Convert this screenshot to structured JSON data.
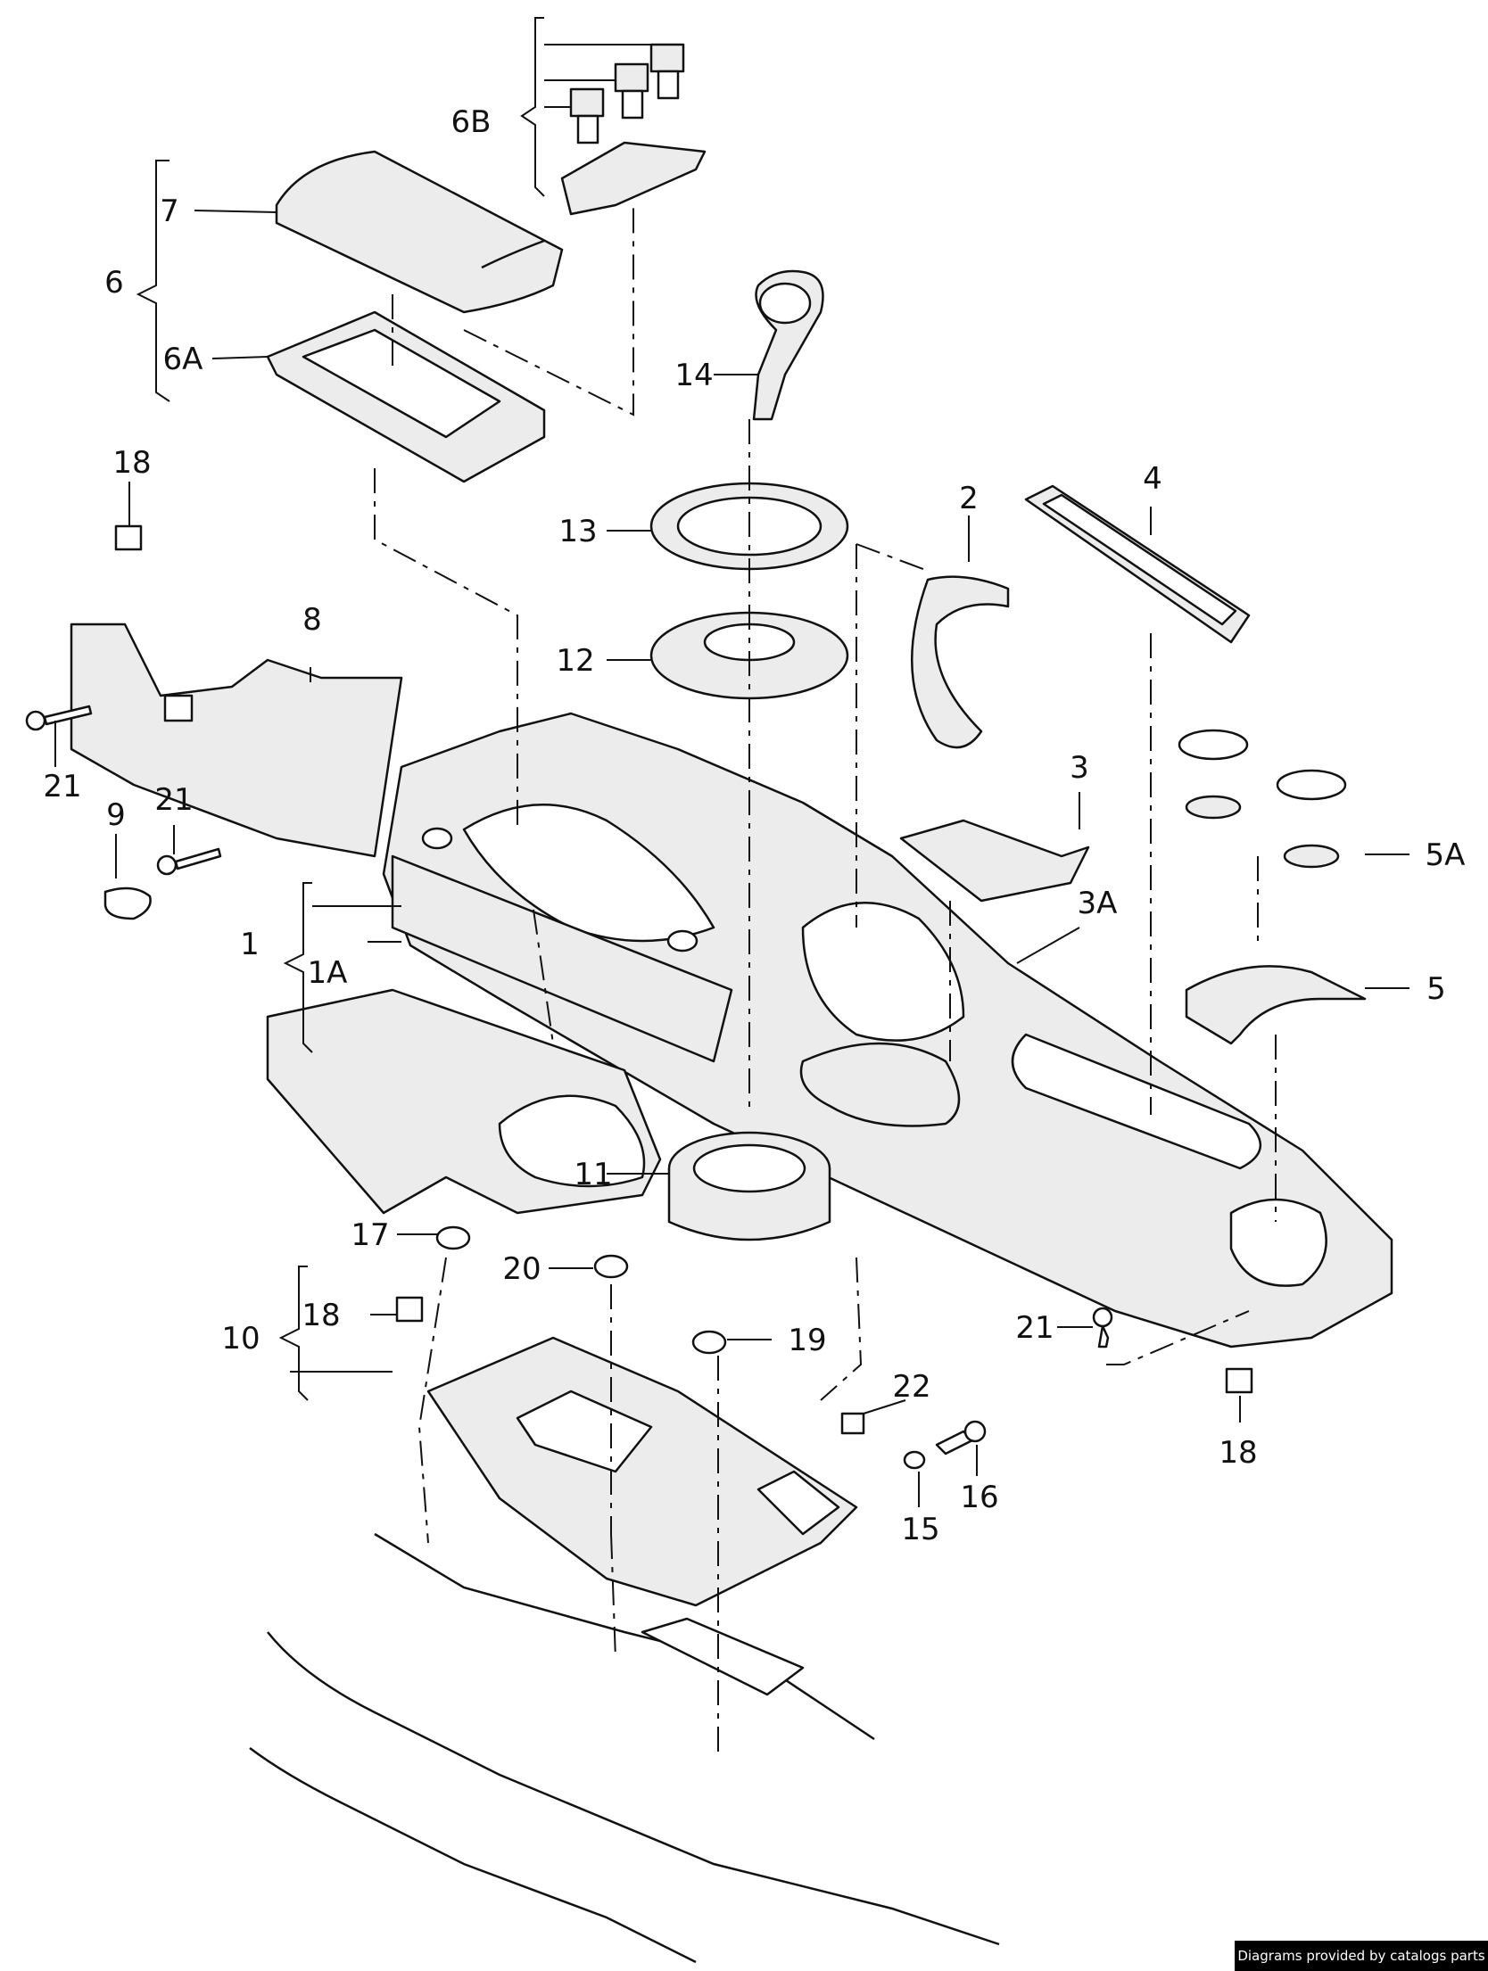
{
  "labels": {
    "l1": "1",
    "l1a": "1A",
    "l2": "2",
    "l3": "3",
    "l3a": "3A",
    "l4": "4",
    "l5": "5",
    "l5a": "5A",
    "l6": "6",
    "l6a": "6A",
    "l6b": "6B",
    "l7": "7",
    "l8": "8",
    "l9": "9",
    "l10": "10",
    "l11": "11",
    "l12": "12",
    "l13": "13",
    "l14": "14",
    "l15": "15",
    "l16": "16",
    "l17": "17",
    "l18a": "18",
    "l18b": "18",
    "l18c": "18",
    "l19": "19",
    "l20": "20",
    "l21a": "21",
    "l21b": "21",
    "l21c": "21",
    "l22": "22"
  },
  "footer": {
    "text": "Diagrams provided by catalogs parts"
  }
}
